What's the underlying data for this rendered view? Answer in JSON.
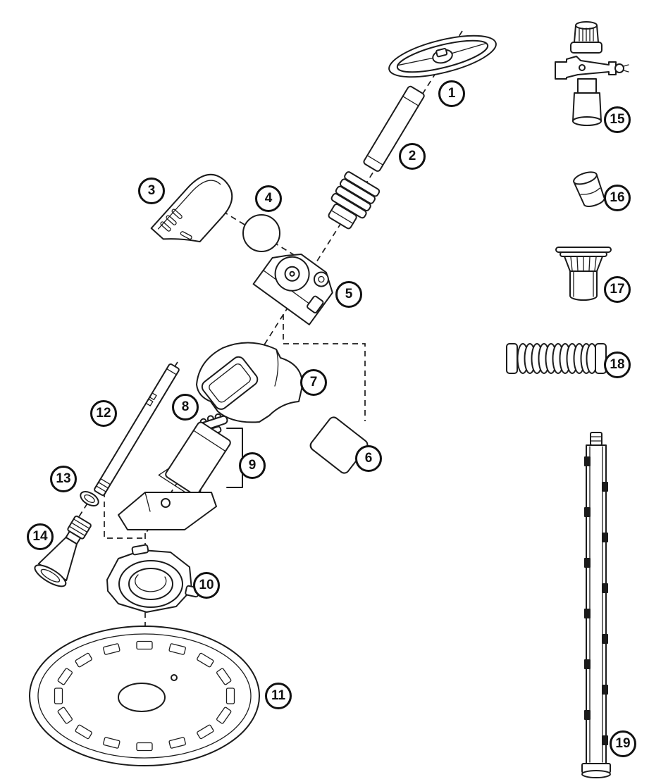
{
  "diagram": {
    "callouts": [
      "1",
      "2",
      "3",
      "4",
      "5",
      "6",
      "7",
      "8",
      "9",
      "10",
      "11",
      "12",
      "13",
      "14",
      "15",
      "16",
      "17",
      "18",
      "19"
    ],
    "colors": {
      "line": "#1b1b1b",
      "background": "#ffffff",
      "callout_border": "#111111"
    }
  }
}
